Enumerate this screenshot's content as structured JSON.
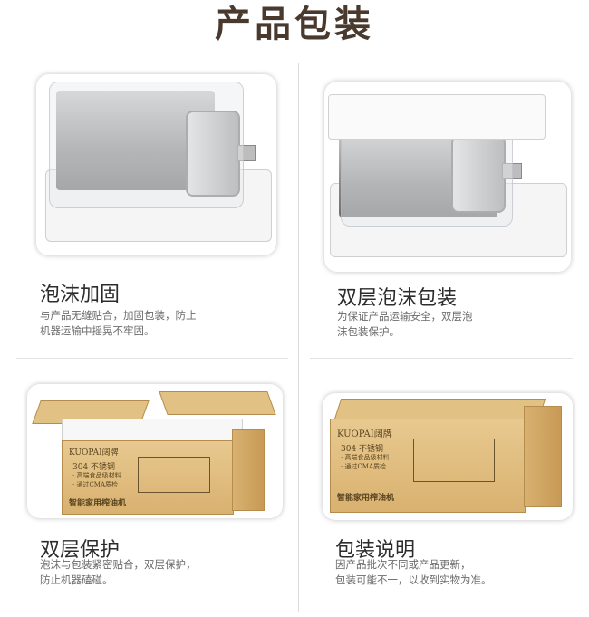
{
  "page": {
    "title": "产品包装"
  },
  "cells": [
    {
      "title": "泡沫加固",
      "desc_line1": "与产品无缝贴合，加固包装，防止",
      "desc_line2": "机器运输中摇晃不牢固。"
    },
    {
      "title": "双层泡沫包装",
      "desc_line1": "为保证产品运输安全，双层泡",
      "desc_line2": "沫包装保护。"
    },
    {
      "title": "双层保护",
      "desc_line1": "泡沫与包装紧密贴合，双层保护，",
      "desc_line2": "防止机器磕碰。"
    },
    {
      "title": "包装说明",
      "desc_line1": "因产品批次不同或产品更新，",
      "desc_line2": "包装可能不一，以收到实物为准。"
    }
  ],
  "box_print": {
    "brand": "KUOPAI阔牌",
    "spec_line1": "304 不锈钢",
    "spec_line2": "· 高端食品级材料",
    "spec_line3": "· 通过CMA质检",
    "product": "智能家用榨油机"
  }
}
